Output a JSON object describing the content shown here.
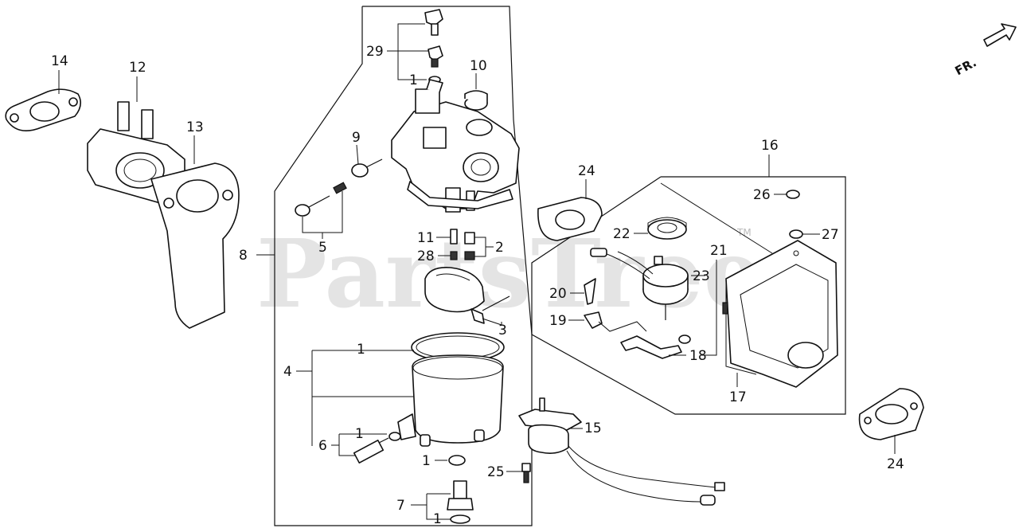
{
  "watermark": {
    "text": "PartsTree",
    "tm": "TM"
  },
  "direction": {
    "label": "FR."
  },
  "callouts": {
    "c14": "14",
    "c12": "12",
    "c13": "13",
    "c8": "8",
    "c29": "29",
    "c1_top": "1",
    "c10": "10",
    "c9": "9",
    "c5": "5",
    "c11": "11",
    "c2": "2",
    "c28": "28",
    "c3": "3",
    "c1_bowl": "1",
    "c4": "4",
    "c6": "6",
    "c1_jet": "1",
    "c1_drain": "1",
    "c7": "7",
    "c1_bot": "1",
    "c25": "25",
    "c15": "15",
    "c16": "16",
    "c24_top": "24",
    "c22": "22",
    "c21": "21",
    "c23": "23",
    "c26": "26",
    "c27": "27",
    "c20": "20",
    "c19": "19",
    "c18": "18",
    "c17": "17",
    "c24_bot": "24"
  }
}
